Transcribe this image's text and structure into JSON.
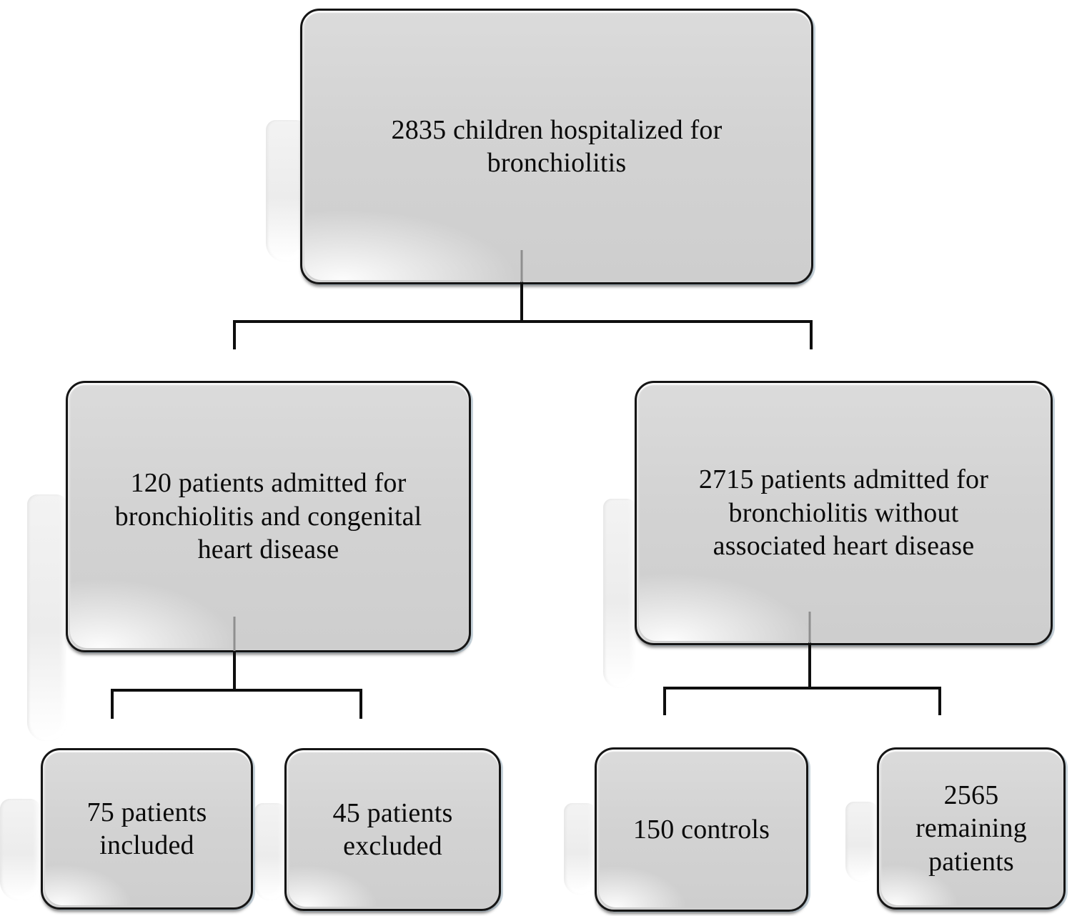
{
  "figure_type": "flowchart",
  "colors": {
    "background": "#ffffff",
    "box_fill": "#d3d3d3",
    "box_border": "#151515",
    "connector": "#0e0e0e",
    "connector_stub": "#8f8f8f",
    "bevel_edge": "#a9bdc9"
  },
  "nodes": [
    {
      "id": "root",
      "label": "2835 children hospitalized for\nbronchiolitis"
    },
    {
      "id": "chd",
      "label": "120 patients admitted for\nbronchiolitis and congenital\nheart disease"
    },
    {
      "id": "no_chd",
      "label": "2715 patients admitted for\nbronchiolitis without\nassociated heart disease"
    },
    {
      "id": "included",
      "label": "75 patients\nincluded"
    },
    {
      "id": "excluded",
      "label": "45 patients\nexcluded"
    },
    {
      "id": "controls",
      "label": "150 controls"
    },
    {
      "id": "remaining",
      "label": "2565\nremaining\npatients"
    }
  ],
  "edges": [
    {
      "from": "root",
      "to": "chd"
    },
    {
      "from": "root",
      "to": "no_chd"
    },
    {
      "from": "chd",
      "to": "included"
    },
    {
      "from": "chd",
      "to": "excluded"
    },
    {
      "from": "no_chd",
      "to": "controls"
    },
    {
      "from": "no_chd",
      "to": "remaining"
    }
  ]
}
